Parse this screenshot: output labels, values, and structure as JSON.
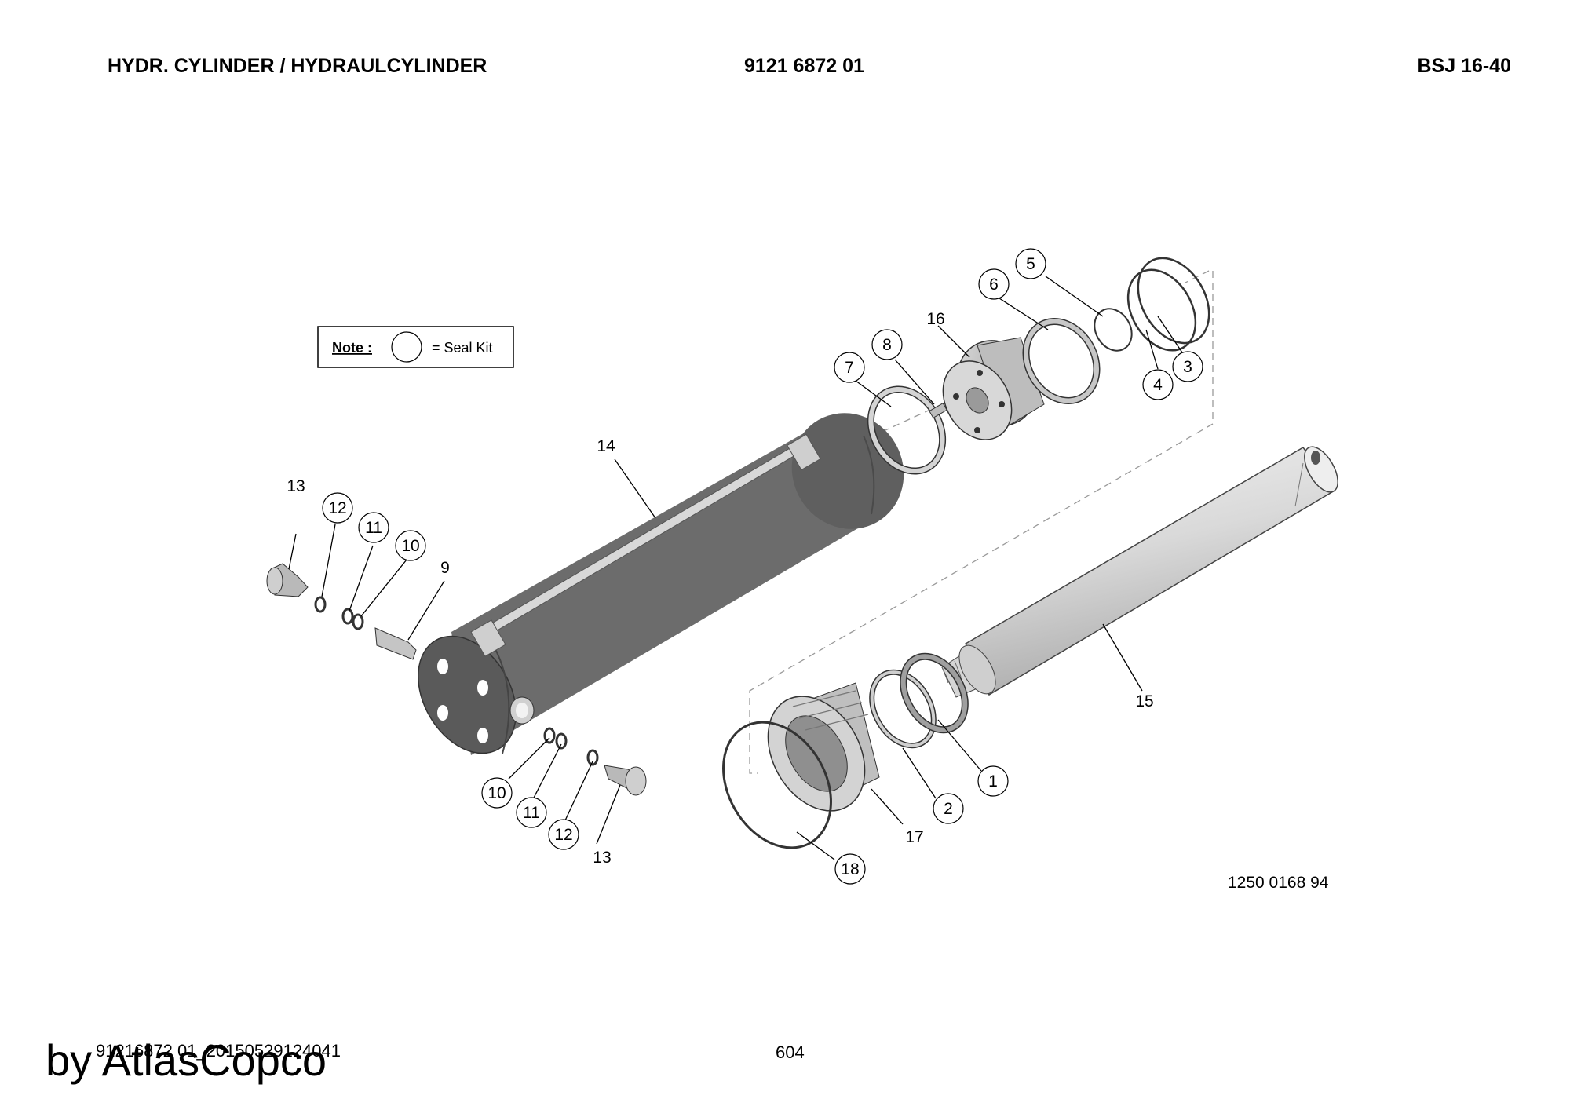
{
  "header": {
    "title": "HYDR. CYLINDER / HYDRAULCYLINDER",
    "part_number": "9121 6872 01",
    "model": "BSJ 16-40"
  },
  "note": {
    "label": "Note :",
    "text": "= Seal Kit"
  },
  "drawing_number": "1250 0168 94",
  "footer": {
    "doc_ref": "91216872 01_20150529124041",
    "page": "604",
    "watermark": "by AtlasCopco"
  },
  "callouts": [
    {
      "id": "c1",
      "label": "1",
      "circled": true
    },
    {
      "id": "c2",
      "label": "2",
      "circled": true
    },
    {
      "id": "c3",
      "label": "3",
      "circled": true
    },
    {
      "id": "c4",
      "label": "4",
      "circled": true
    },
    {
      "id": "c5",
      "label": "5",
      "circled": true
    },
    {
      "id": "c6",
      "label": "6",
      "circled": true
    },
    {
      "id": "c7",
      "label": "7",
      "circled": true
    },
    {
      "id": "c8",
      "label": "8",
      "circled": true
    },
    {
      "id": "c9",
      "label": "9",
      "circled": false
    },
    {
      "id": "c10a",
      "label": "10",
      "circled": true
    },
    {
      "id": "c10b",
      "label": "10",
      "circled": true
    },
    {
      "id": "c11a",
      "label": "11",
      "circled": true
    },
    {
      "id": "c11b",
      "label": "11",
      "circled": true
    },
    {
      "id": "c12a",
      "label": "12",
      "circled": true
    },
    {
      "id": "c12b",
      "label": "12",
      "circled": true
    },
    {
      "id": "c13a",
      "label": "13",
      "circled": false
    },
    {
      "id": "c13b",
      "label": "13",
      "circled": false
    },
    {
      "id": "c14",
      "label": "14",
      "circled": false
    },
    {
      "id": "c15",
      "label": "15",
      "circled": false
    },
    {
      "id": "c16",
      "label": "16",
      "circled": false
    },
    {
      "id": "c17",
      "label": "17",
      "circled": false
    },
    {
      "id": "c18",
      "label": "18",
      "circled": true
    }
  ]
}
